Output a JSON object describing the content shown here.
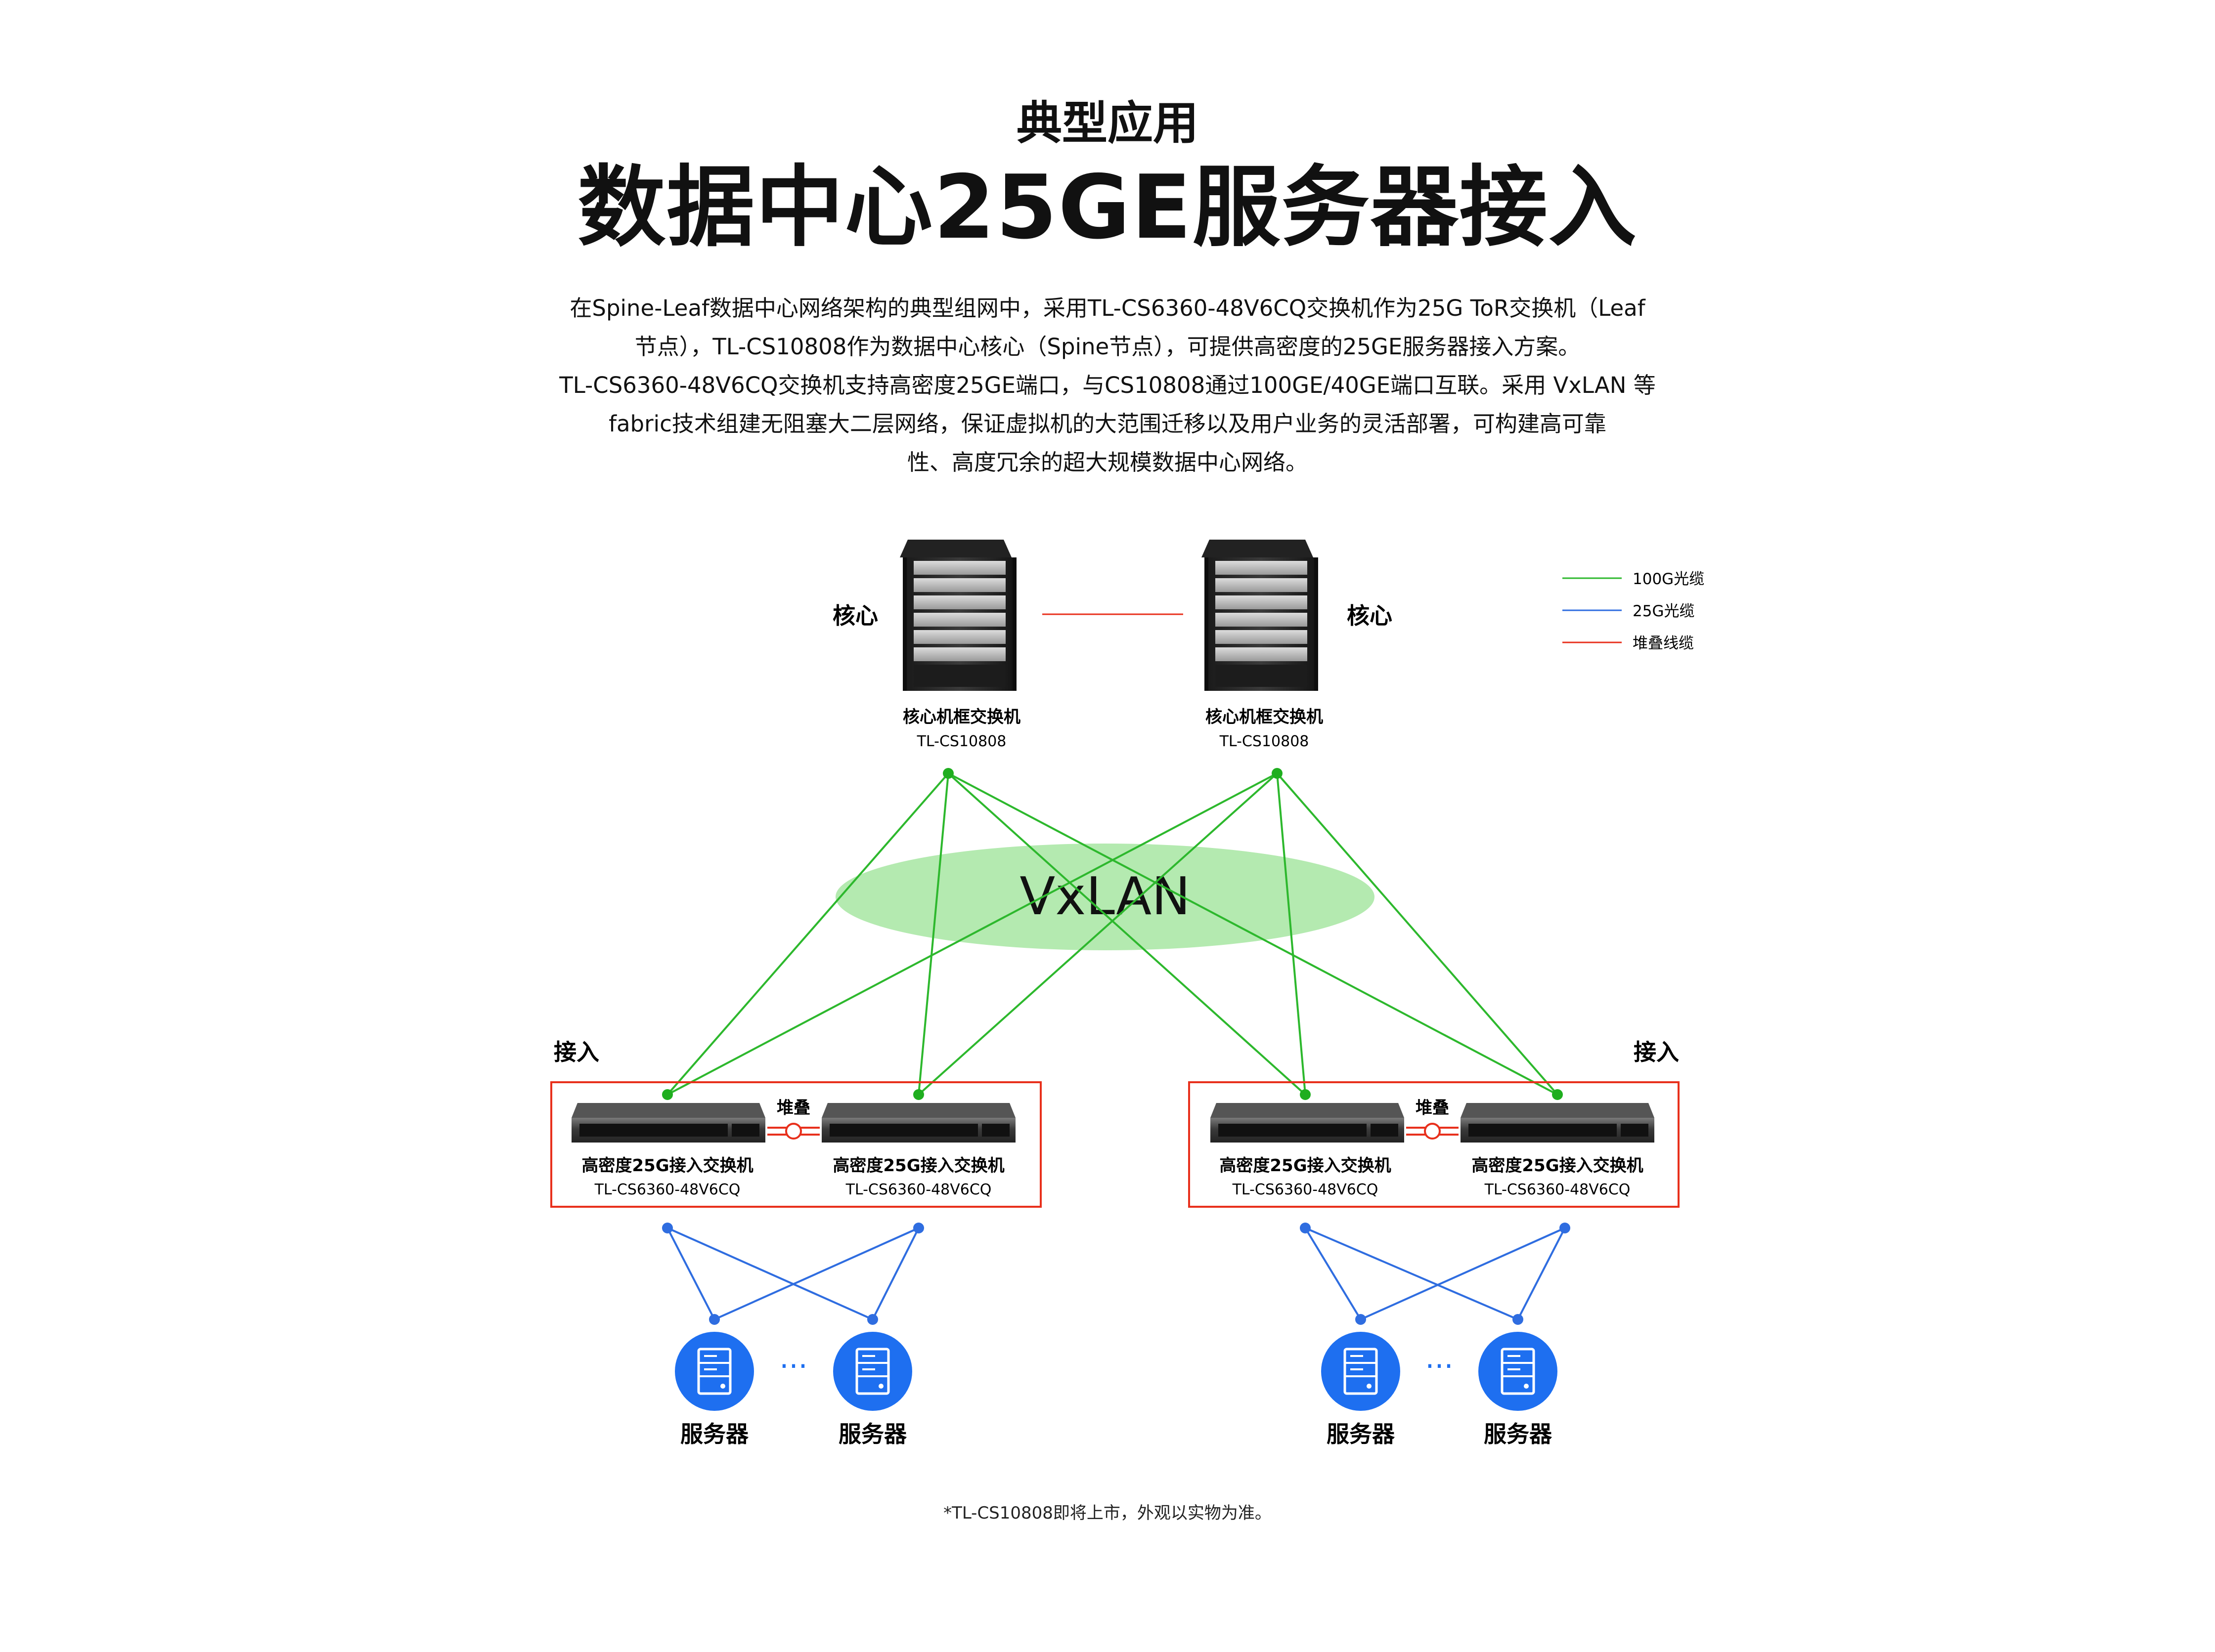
{
  "header": {
    "subtitle": "典型应用",
    "title": "数据中心25GE服务器接入"
  },
  "description": {
    "lines": [
      "在Spine-Leaf数据中心网络架构的典型组网中，采用TL-CS6360-48V6CQ交换机作为25G ToR交换机（Leaf",
      "节点），TL-CS10808作为数据中心核心（Spine节点），可提供高密度的25GE服务器接入方案。",
      "TL-CS6360-48V6CQ交换机支持高密度25GE端口，与CS10808通过100GE/40GE端口互联。采用 VxLAN 等",
      "fabric技术组建无阻塞大二层网络，保证虚拟机的大范围迁移以及用户业务的灵活部署，可构建高可靠",
      "性、高度冗余的超大规模数据中心网络。"
    ]
  },
  "legend": {
    "items": [
      {
        "label": "100G光缆",
        "color": "#2db82d"
      },
      {
        "label": "25G光缆",
        "color": "#2f6de0"
      },
      {
        "label": "堆叠线缆",
        "color": "#e8301c"
      }
    ]
  },
  "core": {
    "left_label": "核心",
    "right_label": "核心",
    "switches": [
      {
        "name": "核心机框交换机",
        "model": "TL-CS10808"
      },
      {
        "name": "核心机框交换机",
        "model": "TL-CS10808"
      }
    ]
  },
  "overlay": {
    "label": "VxLAN",
    "color": "#b4eab0"
  },
  "access": {
    "left_label": "接入",
    "right_label": "接入",
    "stack_label": "堆叠",
    "groups": [
      {
        "switches": [
          {
            "name": "高密度25G接入交换机",
            "model": "TL-CS6360-48V6CQ"
          },
          {
            "name": "高密度25G接入交换机",
            "model": "TL-CS6360-48V6CQ"
          }
        ]
      },
      {
        "switches": [
          {
            "name": "高密度25G接入交换机",
            "model": "TL-CS6360-48V6CQ"
          },
          {
            "name": "高密度25G接入交换机",
            "model": "TL-CS6360-48V6CQ"
          }
        ]
      }
    ]
  },
  "servers": {
    "label": "服务器",
    "ellipsis": "···",
    "color": "#1e6ff0"
  },
  "footnote": "*TL-CS10808即将上市，外观以实物为准。"
}
